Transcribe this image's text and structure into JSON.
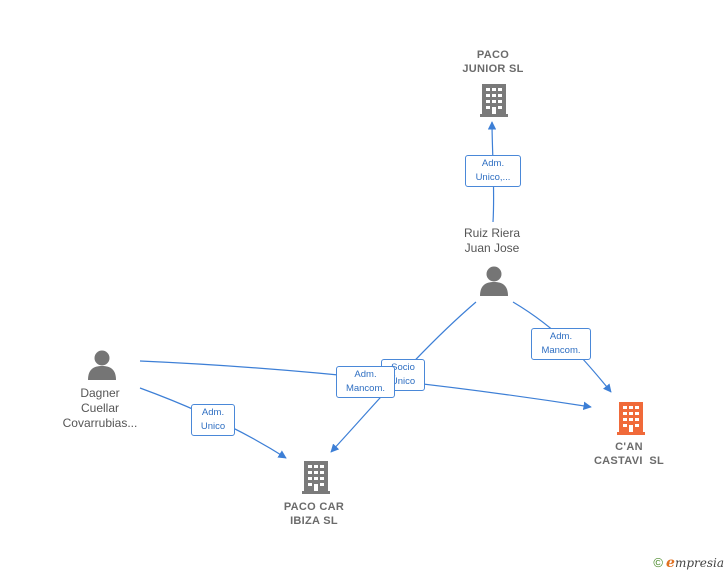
{
  "nodes": {
    "paco_junior": {
      "label_1": "PACO",
      "label_2": "JUNIOR SL"
    },
    "ruiz_riera": {
      "label_1": "Ruiz Riera",
      "label_2": "Juan Jose"
    },
    "dagner": {
      "label_1": "Dagner",
      "label_2": "Cuellar",
      "label_3": "Covarrubias..."
    },
    "can_castavi": {
      "label_1": "C'AN",
      "label_2": "CASTAVI  SL"
    },
    "paco_car": {
      "label_1": "PACO CAR",
      "label_2": "IBIZA SL"
    }
  },
  "edges": {
    "e1": {
      "line_1": "Adm.",
      "line_2": "Unico,..."
    },
    "e2": {
      "line_1": "Adm.",
      "line_2": "Mancom."
    },
    "e3": {
      "line_1": "Socio",
      "line_2": "Único"
    },
    "e4": {
      "line_1": "Adm.",
      "line_2": "Mancom."
    },
    "e5": {
      "line_1": "Adm.",
      "line_2": "Unico"
    }
  },
  "footer": {
    "copyright": "©",
    "brand_e": "e",
    "brand_rest": "mpresia"
  },
  "colors": {
    "edge": "#3d7fd6",
    "company_icon": "#7a7a7a",
    "main_company_icon": "#f06a3a",
    "person_icon": "#757575"
  }
}
